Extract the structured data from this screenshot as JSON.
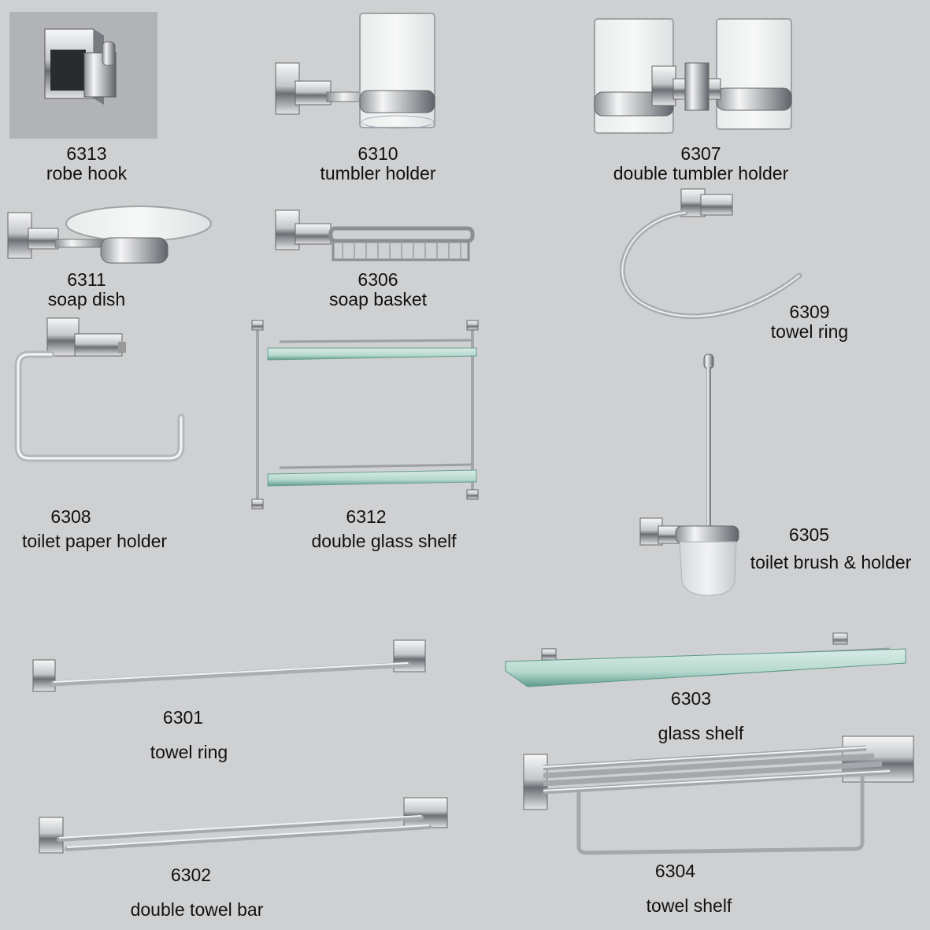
{
  "products": [
    {
      "code": "6313",
      "name": "robe hook"
    },
    {
      "code": "6310",
      "name": "tumbler holder"
    },
    {
      "code": "6307",
      "name": "double tumbler holder"
    },
    {
      "code": "6311",
      "name": "soap dish"
    },
    {
      "code": "6306",
      "name": "soap basket"
    },
    {
      "code": "6309",
      "name": "towel ring"
    },
    {
      "code": "6308",
      "name": "toilet paper holder"
    },
    {
      "code": "6312",
      "name": "double glass shelf"
    },
    {
      "code": "6305",
      "name": "toilet brush & holder"
    },
    {
      "code": "6301",
      "name": "towel ring"
    },
    {
      "code": "6303",
      "name": "glass shelf"
    },
    {
      "code": "6302",
      "name": "double towel bar"
    },
    {
      "code": "6304",
      "name": "towel shelf"
    }
  ]
}
